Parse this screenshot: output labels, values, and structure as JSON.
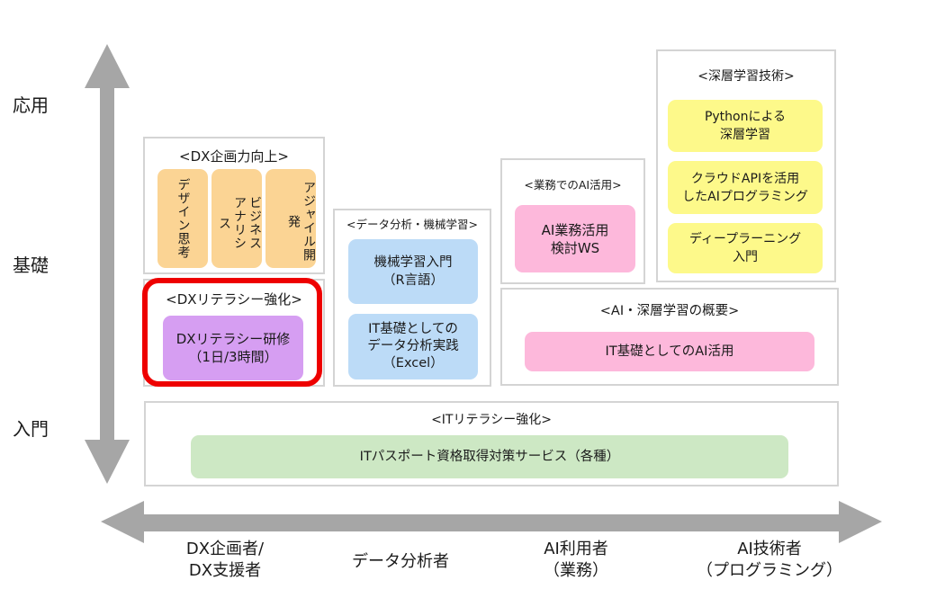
{
  "axes": {
    "vertical_levels": [
      "応用",
      "基礎",
      "入門"
    ],
    "horizontal_roles": [
      {
        "line1": "DX企画者/",
        "line2": "DX支援者"
      },
      {
        "line1": "データ分析者",
        "line2": ""
      },
      {
        "line1": "AI利用者",
        "line2": "（業務）"
      },
      {
        "line1": "AI技術者",
        "line2": "（プログラミング）"
      }
    ],
    "arrow_color": "#a6a6a6"
  },
  "groups": {
    "dx_planning": {
      "title": "<DX企画力向上>",
      "items": [
        "デザイン思考",
        "ビジネスアナリシス",
        "アジャイル開発"
      ],
      "items_lines": [
        [
          "デザイン思考"
        ],
        [
          "ビジネス",
          "アナリシス"
        ],
        [
          "アジャイル開発"
        ]
      ],
      "color": "#fbd494"
    },
    "dx_literacy": {
      "title": "<DXリテラシー強化>",
      "item_line1": "DXリテラシー研修",
      "item_line2": "（1日/3時間）",
      "color": "#d69ef2",
      "highlighted": true,
      "highlight_color": "#ee0000"
    },
    "data_analysis": {
      "title": "<データ分析・機械学習>",
      "item1_line1": "機械学習入門",
      "item1_line2": "（R言語）",
      "item2_line1": "IT基礎としての",
      "item2_line2": "データ分析実践",
      "item2_line3": "（Excel）",
      "color": "#bcdbf7"
    },
    "ai_business": {
      "title": "<業務でのAI活用>",
      "item_line1": "AI業務活用",
      "item_line2": "検討WS",
      "color": "#fdb8db"
    },
    "deep_learning": {
      "title": "<深層学習技術>",
      "item1_line1": "Pythonによる",
      "item1_line2": "深層学習",
      "item2_line1": "クラウドAPIを活用",
      "item2_line2": "したAIプログラミング",
      "item3_line1": "ディープラーニング",
      "item3_line2": "入門",
      "color": "#fdf98a"
    },
    "ai_overview": {
      "title": "<AI・深層学習の概要>",
      "item": "IT基礎としてのAI活用",
      "color": "#fdb8db"
    },
    "it_literacy": {
      "title": "<ITリテラシー強化>",
      "item": "ITパスポート資格取得対策サービス（各種）",
      "color": "#cde8c4"
    }
  }
}
